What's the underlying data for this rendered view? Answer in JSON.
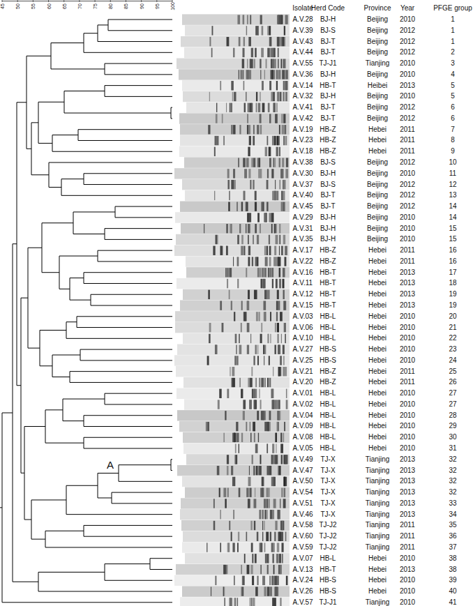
{
  "diagram": {
    "labels": [
      "45",
      "50",
      "55",
      "60",
      "65",
      "70",
      "75",
      "80",
      "85",
      "90",
      "95",
      "100",
      "Isolate",
      "Herd Code",
      "Province",
      "Year",
      "PFGE group",
      "A.V.28",
      "BJ-H",
      "Beijing",
      "2010",
      "1",
      "A.V.39",
      "BJ-S",
      "Beijing",
      "2012",
      "1",
      "A.V.43",
      "BJ-T",
      "Beijing",
      "2012",
      "1",
      "A.V.44",
      "BJ-T",
      "Beijing",
      "2012",
      "2",
      "A.V.55",
      "TJ-J1",
      "Tianjing",
      "2010",
      "3",
      "A.V.36",
      "BJ-H",
      "Beijing",
      "2010",
      "4",
      "A.V.14",
      "HB-T",
      "Heibei",
      "2013",
      "5",
      "A.V.32",
      "BJ-H",
      "Beijing",
      "2010",
      "5",
      "A.V.41",
      "BJ-T",
      "Beijing",
      "2012",
      "6",
      "A.V.42",
      "BJ-T",
      "Beijing",
      "2012",
      "6",
      "A.V.19",
      "HB-Z",
      "Hebei",
      "2011",
      "7",
      "A.V.23",
      "HB-Z",
      "Hebei",
      "2011",
      "8",
      "A.V.18",
      "HB-Z",
      "Hebei",
      "2011",
      "9",
      "A.V.38",
      "BJ-S",
      "Beijing",
      "2012",
      "10",
      "A.V.30",
      "BJ-H",
      "Beijing",
      "2010",
      "11",
      "A.V.37",
      "BJ-S",
      "Beijing",
      "2012",
      "12",
      "A.V.40",
      "BJ-T",
      "Beijing",
      "2012",
      "13",
      "A.V.45",
      "BJ-T",
      "Beijing",
      "2012",
      "14",
      "A.V.29",
      "BJ-H",
      "Beijing",
      "2010",
      "14",
      "A.V.31",
      "BJ-H",
      "Beijing",
      "2010",
      "15",
      "A.V.35",
      "BJ-H",
      "Beijing",
      "2010",
      "15",
      "A.V.17",
      "HB-Z",
      "Hebei",
      "2011",
      "16",
      "A.V.22",
      "HB-Z",
      "Hebei",
      "2011",
      "16",
      "A.V.16",
      "HB-T",
      "Hebei",
      "2013",
      "17",
      "A.V.11",
      "HB-T",
      "Hebei",
      "2013",
      "18",
      "A.V.12",
      "HB-T",
      "Hebei",
      "2013",
      "19",
      "A.V.15",
      "HB-T",
      "Hebei",
      "2013",
      "19",
      "A.V.03",
      "HB-L",
      "Hebei",
      "2010",
      "20",
      "A.V.06",
      "HB-L",
      "Hebei",
      "2010",
      "21",
      "A.V.10",
      "HB-L",
      "Hebei",
      "2010",
      "22",
      "A.V.27",
      "HB-S",
      "Hebei",
      "2010",
      "23",
      "A.V.25",
      "HB-S",
      "Hebei",
      "2010",
      "24",
      "A.V.21",
      "HB-Z",
      "Hebei",
      "2011",
      "25",
      "A.V.20",
      "HB-Z",
      "Hebei",
      "2011",
      "26",
      "A.V.01",
      "HB-L",
      "Hebei",
      "2010",
      "27",
      "A.V.02",
      "HB-L",
      "Hebei",
      "2010",
      "27",
      "A.V.04",
      "HB-L",
      "Hebei",
      "2010",
      "28",
      "A.V.09",
      "HB-L",
      "Hebei",
      "2010",
      "29",
      "A.V.08",
      "HB-L",
      "Hebei",
      "2010",
      "30",
      "A.V.05",
      "HB-L",
      "Hebei",
      "2010",
      "31",
      "A.V.49",
      "TJ-X",
      "Tianjing",
      "2013",
      "32",
      "A.V.47",
      "TJ-X",
      "Tianjing",
      "2013",
      "32",
      "A.V.50",
      "TJ-X",
      "Tianjing",
      "2013",
      "32",
      "A.V.54",
      "TJ-X",
      "Tianjing",
      "2013",
      "32",
      "A.V.51",
      "TJ-X",
      "Tianjing",
      "2013",
      "33",
      "A.V.46",
      "TJ-X",
      "Tianjing",
      "2013",
      "34",
      "A.V.58",
      "TJ-J2",
      "Tianjing",
      "2011",
      "35",
      "A.V.60",
      "TJ-J2",
      "Tianjing",
      "2011",
      "36",
      "A.V.59",
      "TJ-J2",
      "Tianjing",
      "2011",
      "37",
      "A.V.07",
      "HB-L",
      "Hebei",
      "2010",
      "38",
      "A.V.13",
      "HB-T",
      "Hebei",
      "2013",
      "38",
      "A.V.24",
      "HB-S",
      "Hebei",
      "2010",
      "39",
      "A.V.26",
      "HB-S",
      "Hebei",
      "2010",
      "40",
      "A.V.57",
      "TJ-J1",
      "Tianjing",
      "2010",
      "41",
      "A"
    ]
  }
}
